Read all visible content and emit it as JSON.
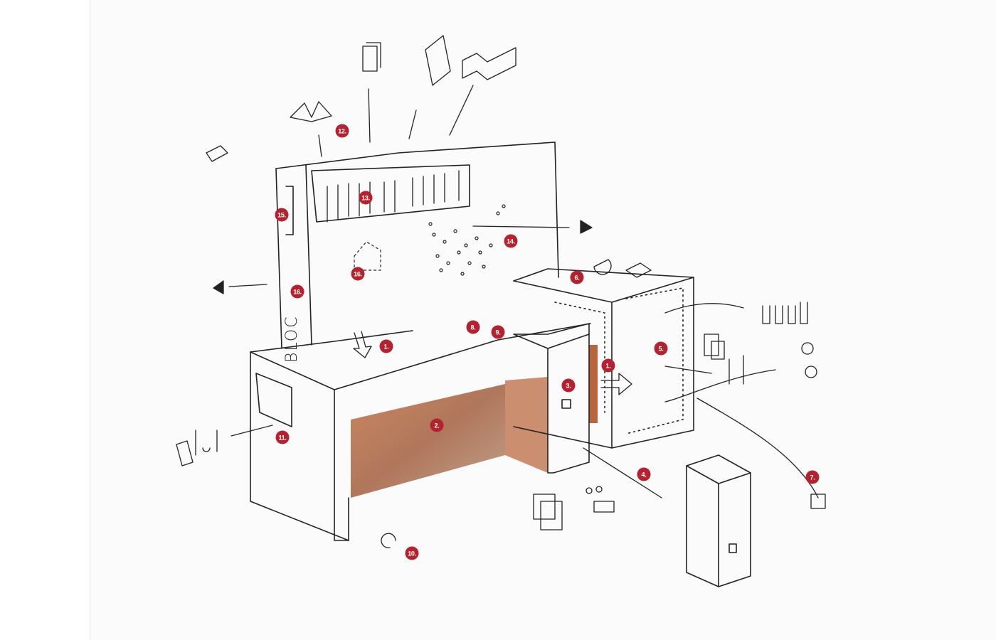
{
  "sketch": {
    "wall_lettering": "BLOC",
    "markers": [
      {
        "id": "m12",
        "label": "12."
      },
      {
        "id": "m13",
        "label": "13."
      },
      {
        "id": "m15",
        "label": "15."
      },
      {
        "id": "m14",
        "label": "14."
      },
      {
        "id": "m16a",
        "label": "16."
      },
      {
        "id": "m16b",
        "label": "16."
      },
      {
        "id": "m6",
        "label": "6."
      },
      {
        "id": "m8",
        "label": "8."
      },
      {
        "id": "m9",
        "label": "9."
      },
      {
        "id": "m1a",
        "label": "1."
      },
      {
        "id": "m1b",
        "label": "1."
      },
      {
        "id": "m5",
        "label": "5."
      },
      {
        "id": "m3",
        "label": "3."
      },
      {
        "id": "m2",
        "label": "2."
      },
      {
        "id": "m11",
        "label": "11."
      },
      {
        "id": "m4",
        "label": "4."
      },
      {
        "id": "m7",
        "label": "7."
      },
      {
        "id": "m10",
        "label": "10."
      }
    ],
    "colors": {
      "marker": "#b5222f",
      "ink": "#222222",
      "rust": "#b8714a"
    }
  }
}
